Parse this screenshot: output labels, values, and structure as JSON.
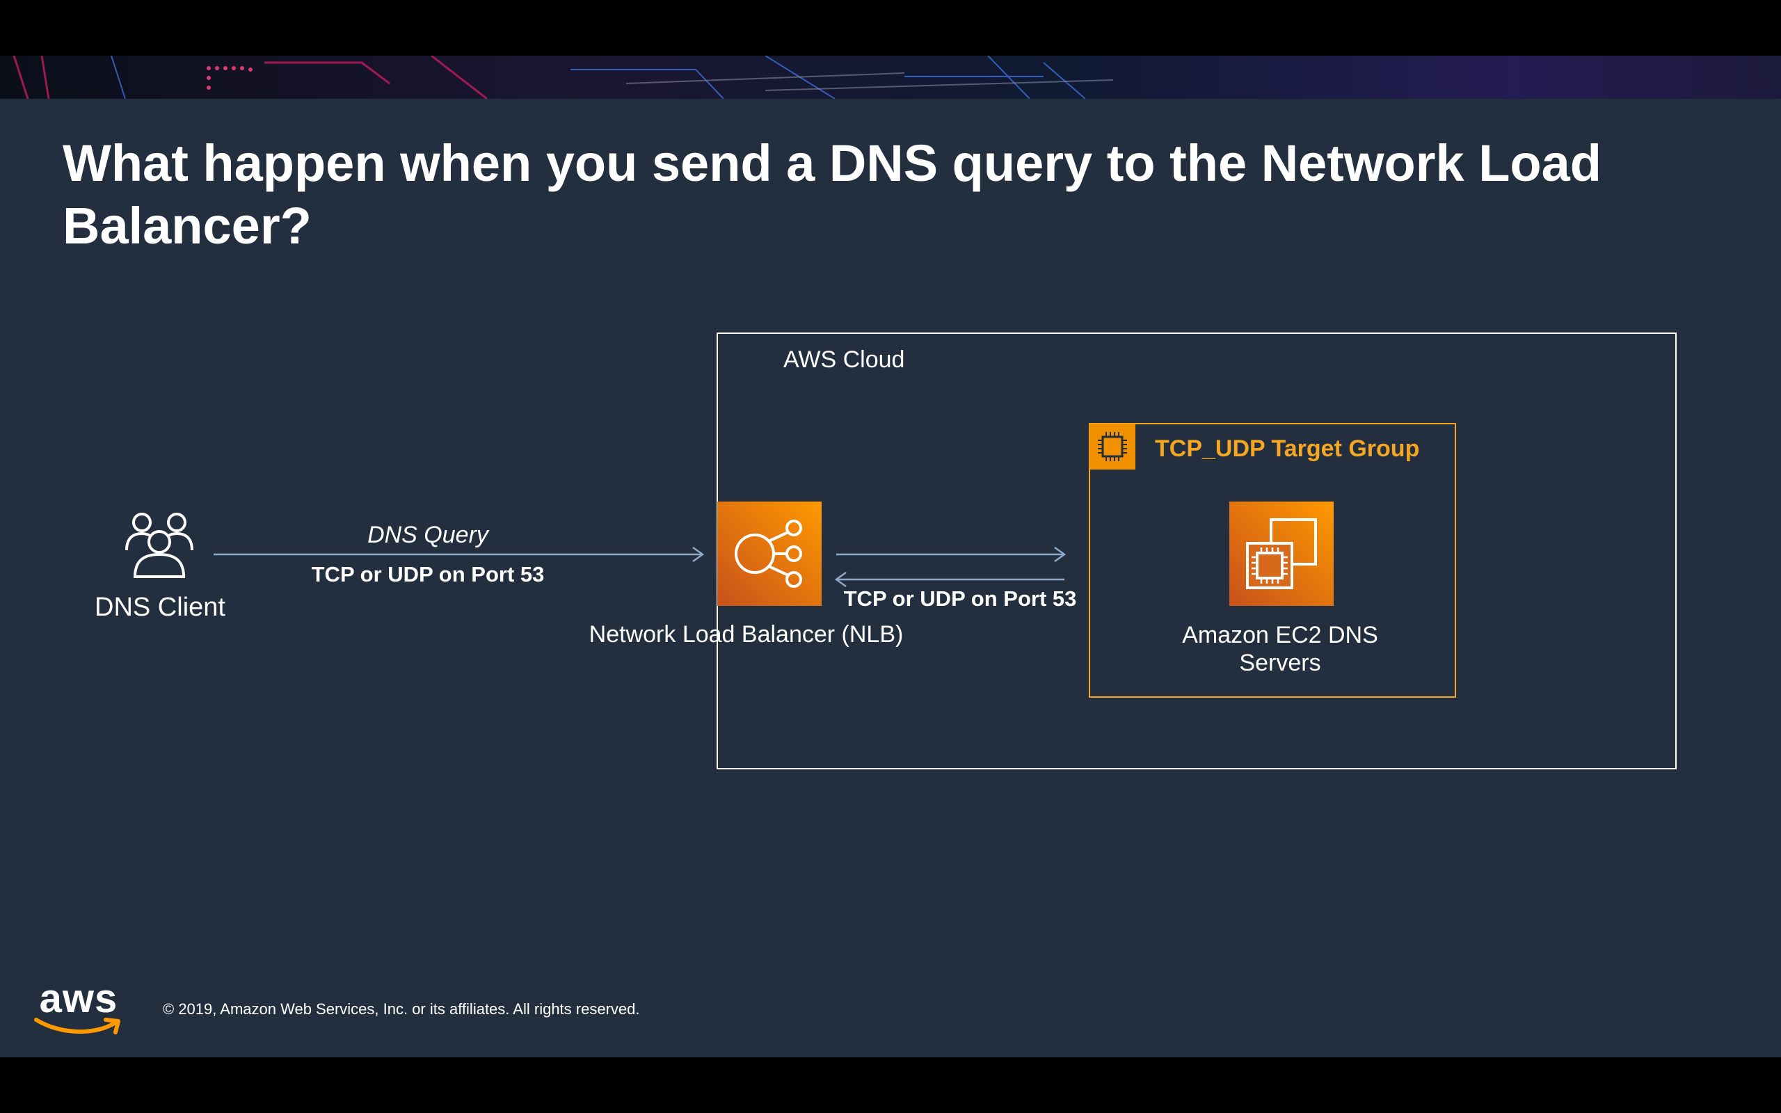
{
  "slide": {
    "title": "What happen when you send a DNS query to the Network Load Balancer?",
    "copyright": "© 2019, Amazon Web Services, Inc. or its affiliates. All rights reserved.",
    "logo_text": "aws"
  },
  "diagram": {
    "cloud_label": "AWS Cloud",
    "target_group_label": "TCP_UDP Target Group",
    "client_label": "DNS Client",
    "nlb_label": "Network Load Balancer (NLB)",
    "ec2_label": "Amazon EC2 DNS Servers",
    "query_label": "DNS Query",
    "protocol_label_left": "TCP or UDP on Port 53",
    "protocol_label_right": "TCP or UDP on Port 53"
  },
  "colors": {
    "background": "#232f3e",
    "accent_orange": "#f5a623",
    "arrow": "#8fa9c9"
  },
  "icons": [
    "users-icon",
    "load-balancer-icon",
    "ec2-instances-icon",
    "chip-icon",
    "aws-smile-icon"
  ]
}
